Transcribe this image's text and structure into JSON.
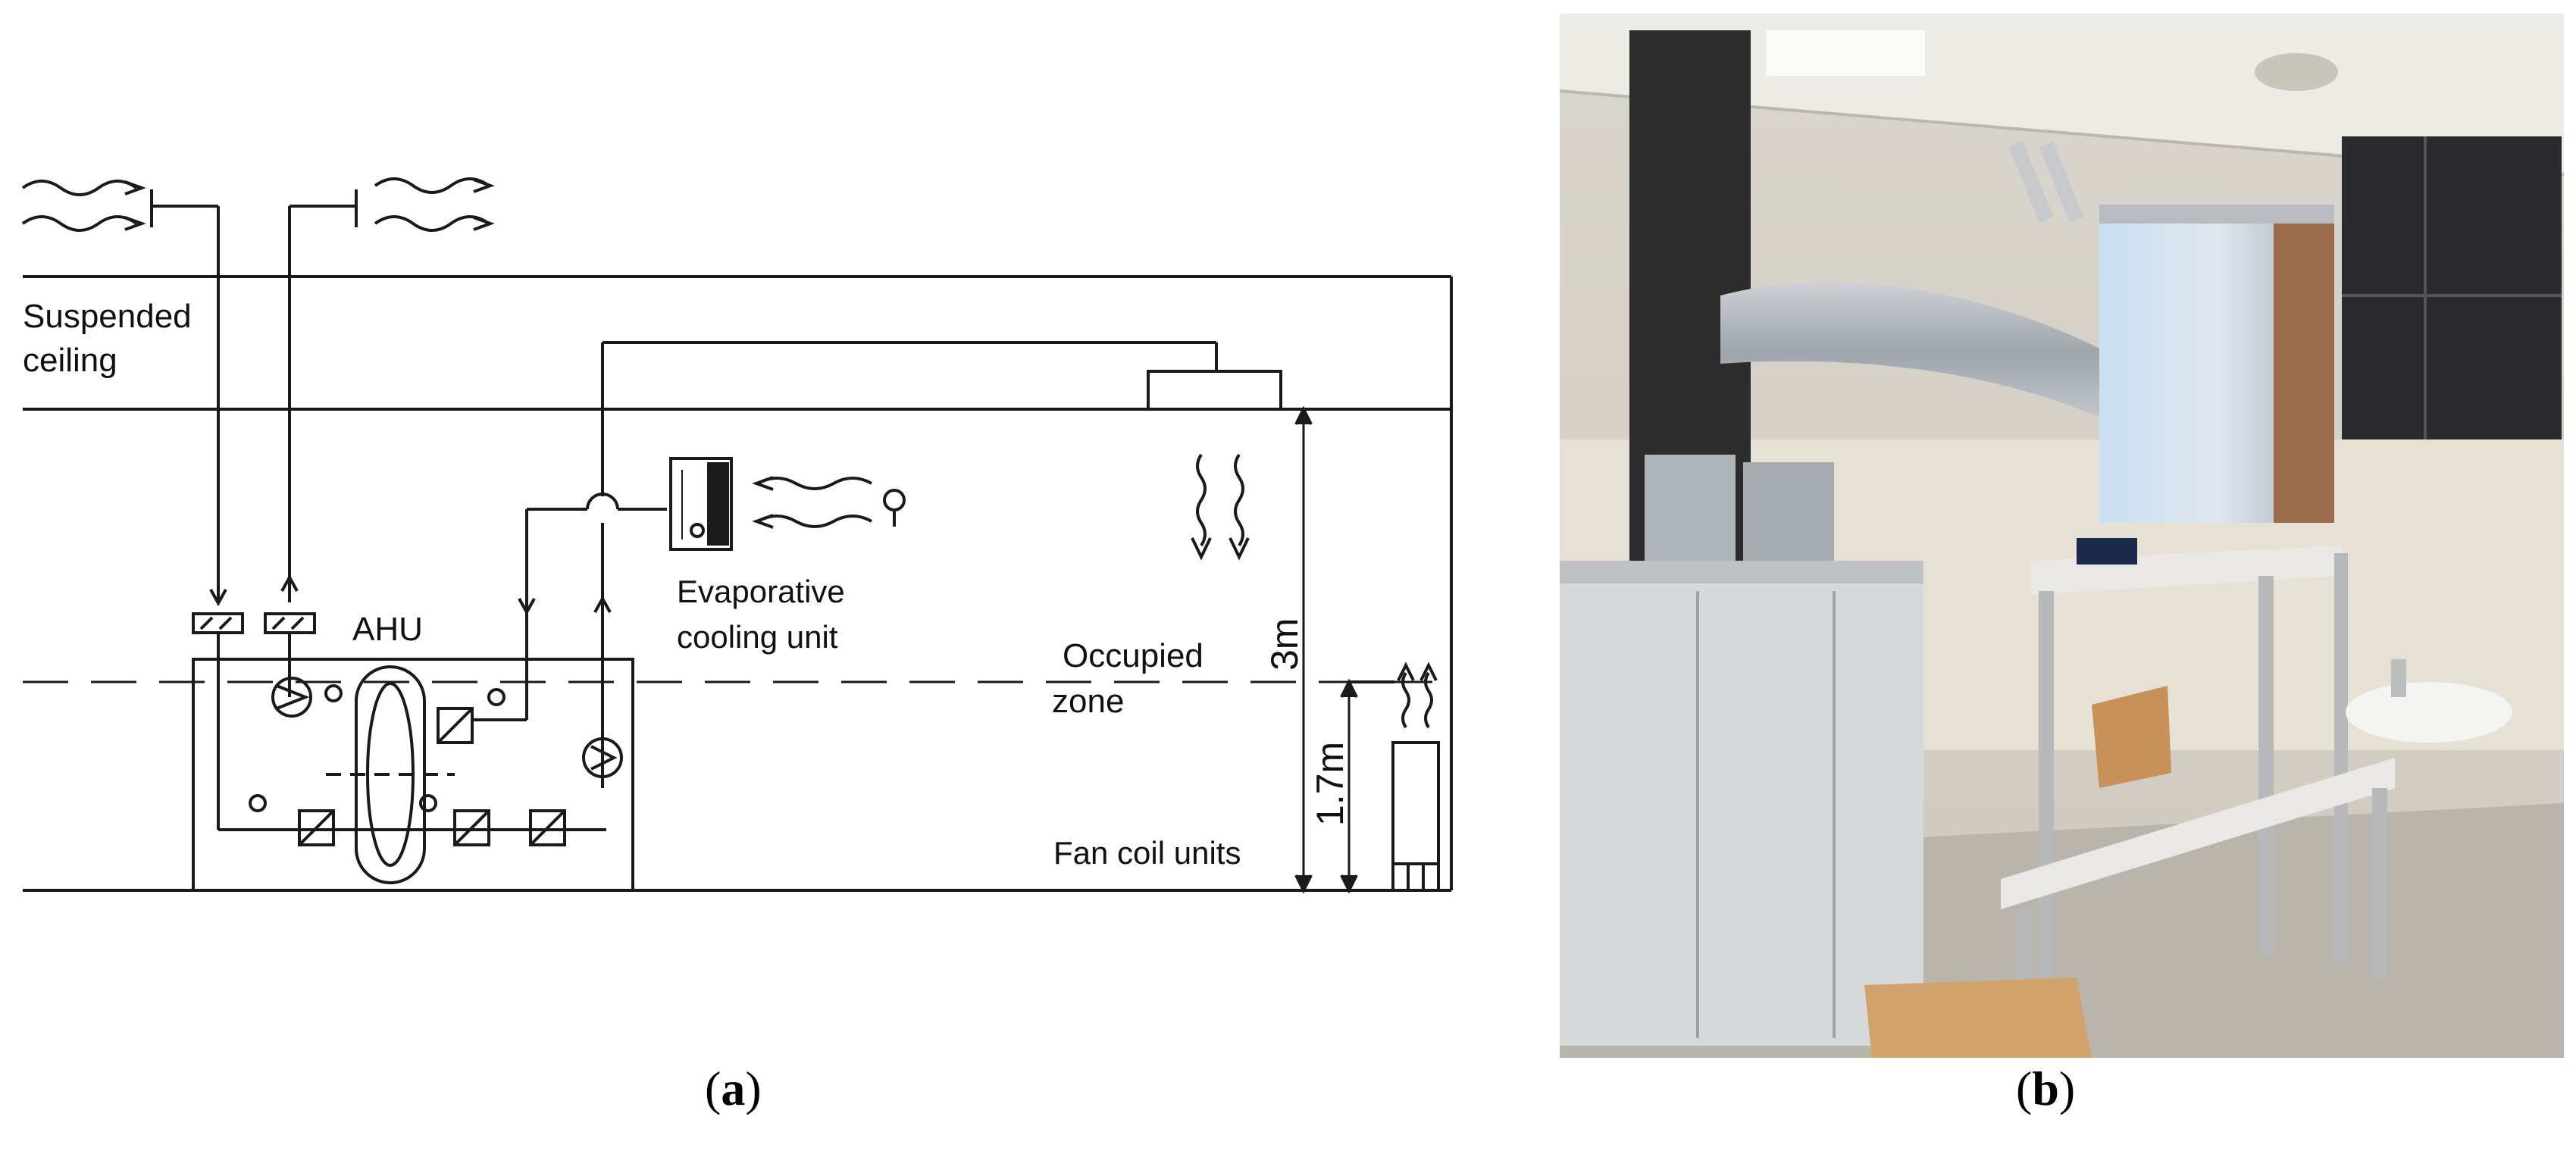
{
  "panel_a": {
    "labels": {
      "suspended_ceiling_1": "Suspended",
      "suspended_ceiling_2": "ceiling",
      "evap_1": "Evaporative",
      "evap_2": "cooling unit",
      "ahu": "AHU",
      "occupied_1": "Occupied",
      "occupied_2": "zone",
      "fan_coil": "Fan coil units",
      "height_3m": "3m",
      "height_17m": "1.7m"
    },
    "caption_letter": "a"
  },
  "panel_b": {
    "caption_letter": "b"
  },
  "colors": {
    "line": "#1a1a1a",
    "photo_wall": "#e8e4dc",
    "photo_duct": "#b7bcc3",
    "photo_housing": "#d6d8da"
  }
}
